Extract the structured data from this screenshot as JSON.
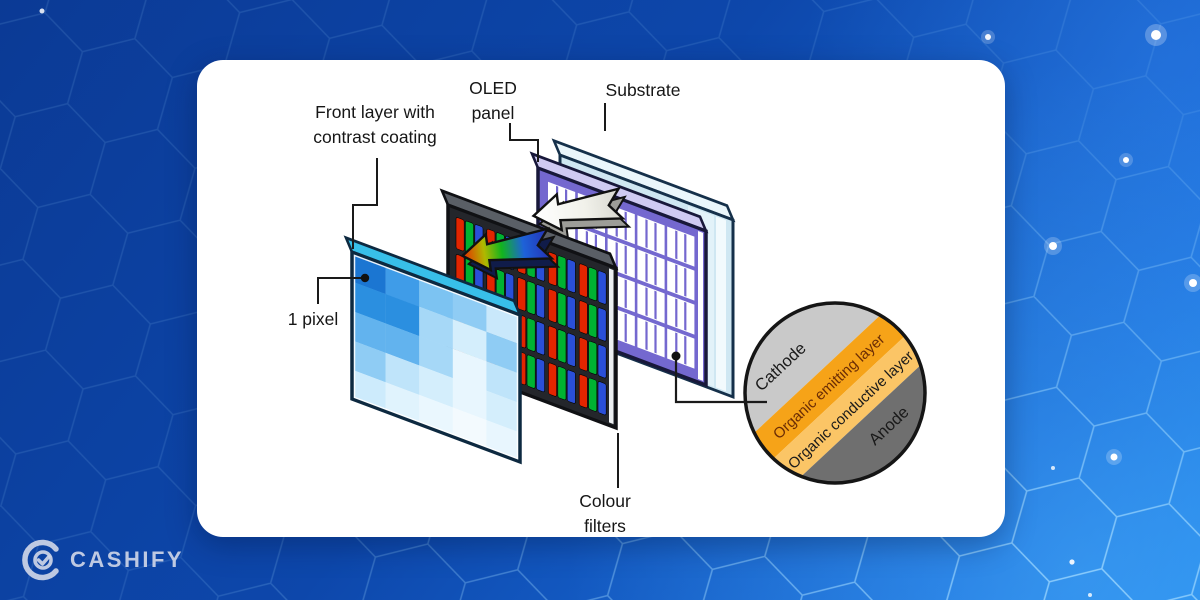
{
  "brand": {
    "name": "CASHIFY"
  },
  "background": {
    "top_color": "#0b3a95",
    "bottom_color": "#2387ec",
    "hex_line_color": "#7fd6ff"
  },
  "diagram": {
    "labels": {
      "front_layer": [
        "Front layer with",
        "contrast coating"
      ],
      "oled_panel": [
        "OLED",
        "panel"
      ],
      "substrate": "Substrate",
      "one_pixel": "1 pixel",
      "colour_filters": [
        "Colour",
        "filters"
      ]
    },
    "inset": {
      "layers": [
        {
          "name": "Cathode",
          "color": "#c9c9c9",
          "text_color": "#1a1a1a"
        },
        {
          "name": "Organic emitting layer",
          "color": "#f6a318",
          "text_color": "#6b2d05"
        },
        {
          "name": "Organic conductive layer",
          "color": "#fbc566",
          "text_color": "#1a1a1a"
        },
        {
          "name": "Anode",
          "color": "#6f6f6f",
          "text_color": "#1a1a1a"
        }
      ]
    },
    "subpixels": {
      "red": "#e22500",
      "green": "#00b232",
      "blue": "#2a4fd8"
    },
    "panel_colors": {
      "front_edge": "#38bfe9",
      "colour_filter_face": "#24262b",
      "colour_filter_edge": "#5a5f66",
      "oled_frame": "#7468cf",
      "oled_edge": "#cfcaf2",
      "substrate_face": "#cfe7f2",
      "substrate_edge": "#eaf6fb"
    },
    "front_pixels": [
      [
        "#1b76d2",
        "#3f9ce8",
        "#7cc3f2",
        "#8fccf4",
        "#c9e8fb"
      ],
      [
        "#2b8fe0",
        "#2b8fe0",
        "#a6d8f7",
        "#d4eefc",
        "#8fccf4"
      ],
      [
        "#62b3ee",
        "#62b3ee",
        "#a6d8f7",
        "#e8f6fe",
        "#bfe4fa"
      ],
      [
        "#8fccf4",
        "#bfe4fa",
        "#d4eefc",
        "#e8f6fe",
        "#d4eefc"
      ],
      [
        "#cdebfc",
        "#e0f3fd",
        "#eaf7fe",
        "#f3fafe",
        "#e8f6fe"
      ]
    ]
  }
}
